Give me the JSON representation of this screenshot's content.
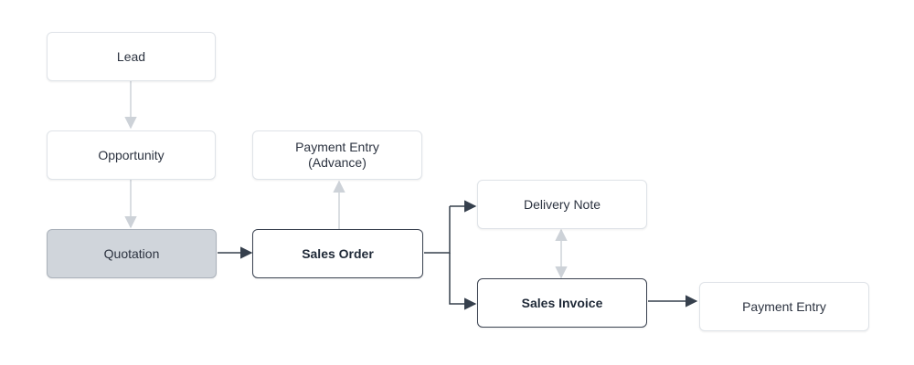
{
  "colors": {
    "connector_muted": "#cdd2d8",
    "connector_strong": "#36404d",
    "current_fill": "#d0d5db"
  },
  "nodes": {
    "lead": "Lead",
    "opportunity": "Opportunity",
    "quotation": "Quotation",
    "sales_order": "Sales Order",
    "payment_advance": "Payment Entry\n(Advance)",
    "delivery_note": "Delivery Note",
    "sales_invoice": "Sales Invoice",
    "payment_entry": "Payment Entry"
  }
}
